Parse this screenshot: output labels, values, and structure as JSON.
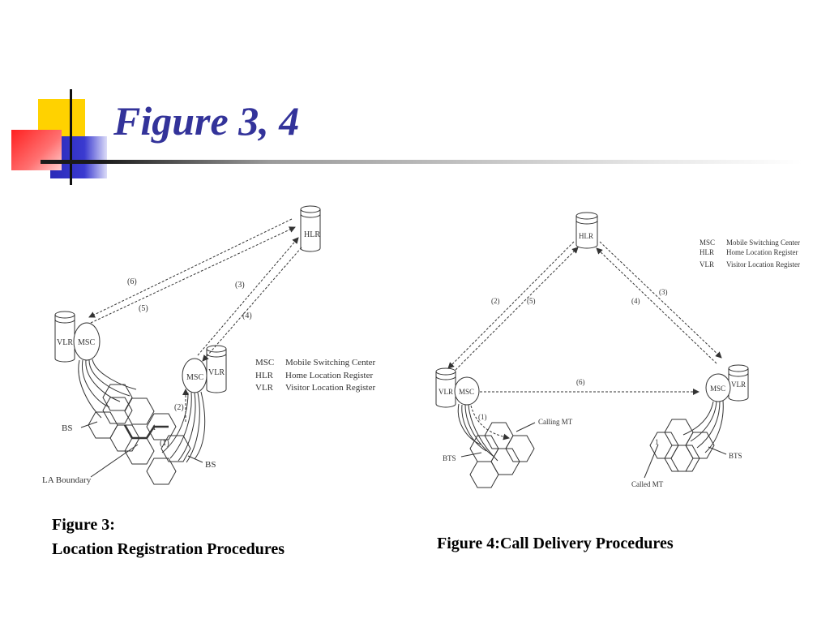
{
  "slide": {
    "title": "Figure 3, 4"
  },
  "figure3": {
    "nodes": {
      "hlr": "HLR",
      "vlr_left": "VLR",
      "msc_left": "MSC",
      "msc_right": "MSC",
      "vlr_right": "VLR"
    },
    "steps": {
      "s1": "(1)",
      "s2": "(2)",
      "s3": "(3)",
      "s4": "(4)",
      "s5": "(5)",
      "s6": "(6)"
    },
    "labels": {
      "bs_left": "BS",
      "bs_right": "BS",
      "la_boundary": "LA Boundary",
      "cell_marker": "1"
    },
    "legend": [
      {
        "abbr": "MSC",
        "text": "Mobile Switching Center"
      },
      {
        "abbr": "HLR",
        "text": "Home Location Register"
      },
      {
        "abbr": "VLR",
        "text": "Visitor Location Register"
      }
    ],
    "caption_line1": "Figure 3:",
    "caption_line2": "Location Registration Procedures"
  },
  "figure4": {
    "nodes": {
      "hlr": "HLR",
      "vlr_left": "VLR",
      "msc_left": "MSC",
      "msc_right": "MSC",
      "vlr_right": "VLR"
    },
    "steps": {
      "s1": "(1)",
      "s2": "(2)",
      "s3": "(3)",
      "s4": "(4)",
      "s5": "(5)",
      "s6": "(6)"
    },
    "labels": {
      "calling_mt": "Calling MT",
      "called_mt": "Called MT",
      "bts_left": "BTS",
      "bts_right": "BTS",
      "cell_marker": "1"
    },
    "legend": [
      {
        "abbr": "MSC",
        "text": "Mobile Switching Center"
      },
      {
        "abbr": "HLR",
        "text": "Home Location Register"
      },
      {
        "abbr": "VLR",
        "text": "Visitor Location Register"
      }
    ],
    "caption": "Figure 4:Call Delivery Procedures"
  },
  "colors": {
    "title": "#33339a",
    "deco_yellow": "#ffd700",
    "deco_blue": "#3333cc",
    "deco_red": "#ff3333"
  }
}
